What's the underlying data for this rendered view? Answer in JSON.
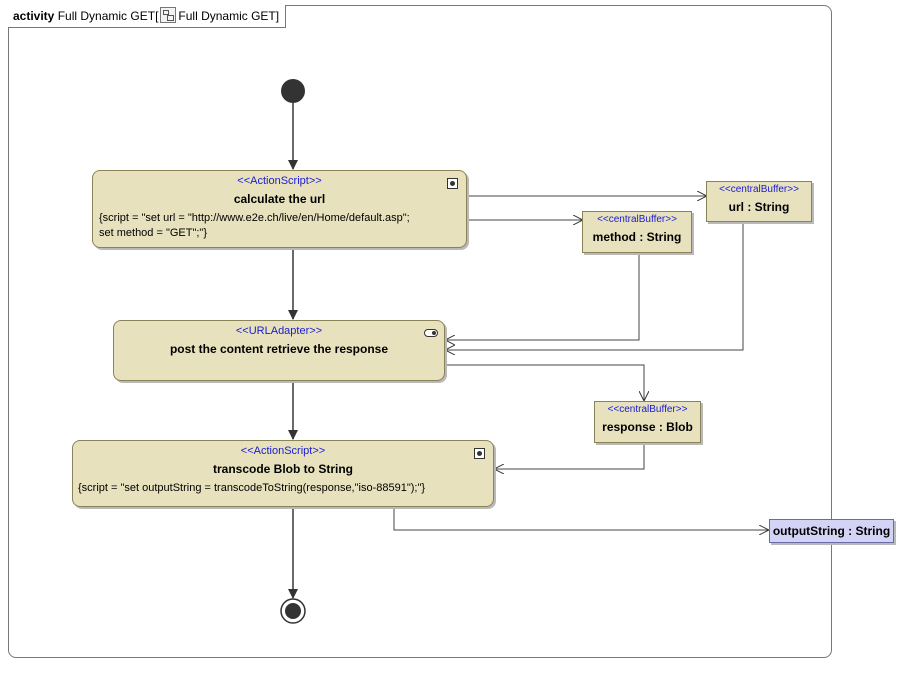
{
  "frame": {
    "kind": "activity",
    "name": "Full Dynamic GET",
    "ref_name": "Full Dynamic GET"
  },
  "nodes": {
    "calculate": {
      "stereotype": "<<ActionScript>>",
      "name": "calculate the url",
      "script": "{script = \"set url = \"http://www.e2e.ch/live/en/Home/default.asp\";\nset method = \"GET\";\"}"
    },
    "post": {
      "stereotype": "<<URLAdapter>>",
      "name": "post the content retrieve the response"
    },
    "transcode": {
      "stereotype": "<<ActionScript>>",
      "name": "transcode Blob to String",
      "script": "{script = \"set outputString = transcodeToString(response,\"iso-88591\");\"}"
    }
  },
  "buffers": {
    "url": {
      "stereotype": "<<centralBuffer>>",
      "name": "url : String"
    },
    "method": {
      "stereotype": "<<centralBuffer>>",
      "name": "method : String"
    },
    "response": {
      "stereotype": "<<centralBuffer>>",
      "name": "response : Blob"
    }
  },
  "output_pin": {
    "name": "outputString : String"
  },
  "colors": {
    "action_fill": "#e7e2bd",
    "pin_fill": "#d3d3f5",
    "stereotype_text": "#1a1ad6"
  },
  "icons": {
    "action_script": "gear-icon",
    "url_adapter": "toggle-icon"
  }
}
